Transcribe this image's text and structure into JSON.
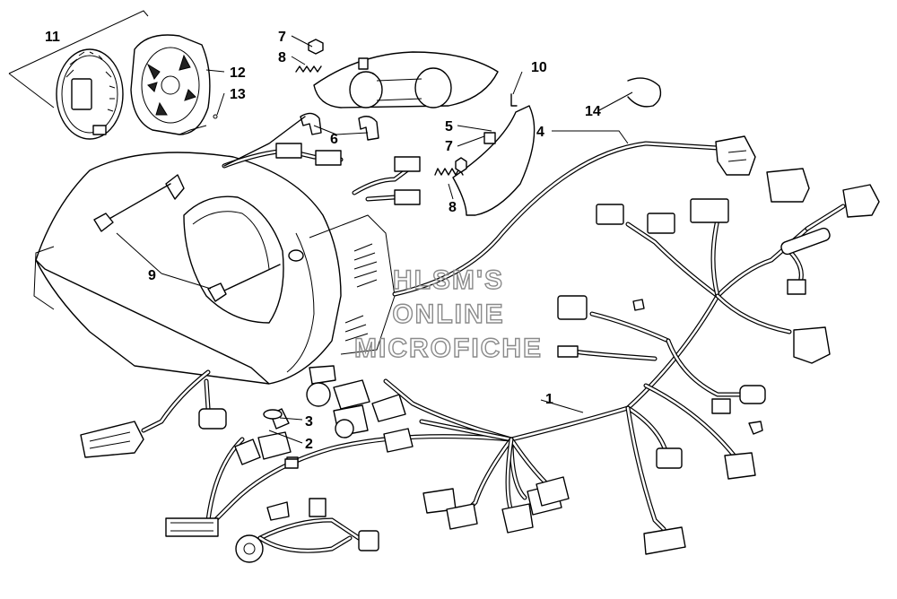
{
  "diagram": {
    "watermark": [
      "HLSM'S",
      "ONLINE",
      "MICROFICHE"
    ],
    "callouts": {
      "c1": "1",
      "c2": "2",
      "c3": "3",
      "c4": "4",
      "c5": "5",
      "c6": "6",
      "c7a": "7",
      "c7b": "7",
      "c8a": "8",
      "c8b": "8",
      "c9": "9",
      "c10": "10",
      "c11": "11",
      "c12": "12",
      "c13": "13",
      "c14": "14"
    }
  }
}
